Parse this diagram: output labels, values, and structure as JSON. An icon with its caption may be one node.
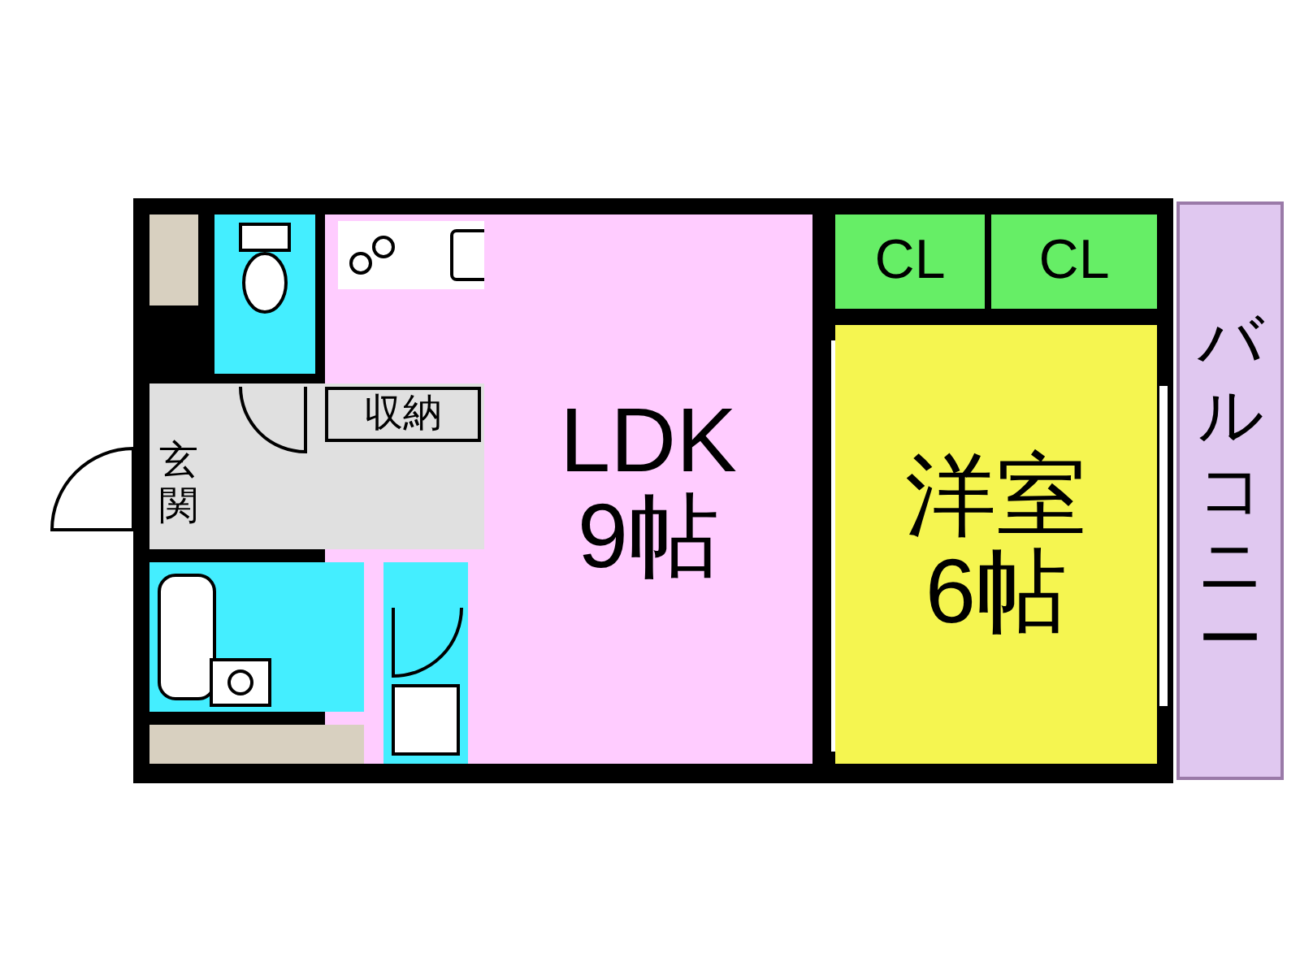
{
  "diagram": {
    "nodes": [
      {
        "text": [
          "CL"
        ]
      },
      {
        "text": [
          "CL"
        ]
      },
      {
        "text": [
          "収納"
        ]
      },
      {
        "text": [
          "玄関"
        ]
      },
      {
        "text": [
          "LDK",
          "9帖"
        ]
      },
      {
        "text": [
          "洋室",
          "6帖"
        ]
      },
      {
        "text": [
          "バルコニー"
        ]
      }
    ]
  }
}
